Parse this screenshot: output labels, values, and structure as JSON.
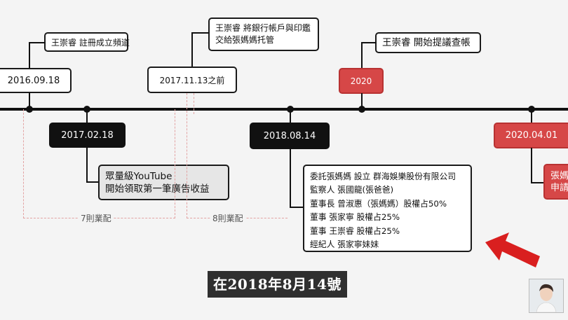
{
  "events": {
    "registered_desc": "王崇睿 註冊成立頻道",
    "date_2016": "2016.09.18",
    "bank_desc_line1": "王崇睿 將銀行帳戶與印鑑",
    "bank_desc_line2": "交給張媽媽托管",
    "date_2017_11": "2017.11.13之前",
    "audit_desc": "王崇睿 開始提議查帳",
    "date_2020": "2020",
    "date_2017_02": "2017.02.18",
    "date_2018": "2018.08.14",
    "date_2020_04": "2020.04.01",
    "youtube_desc_line1": "眾量級YouTube",
    "youtube_desc_line2": "開始領取第一筆廣告收益",
    "cut_line1": "張媽",
    "cut_line2": "申請"
  },
  "company_info": [
    "委託張媽媽 設立 群海娛樂股份有限公司",
    "監察人 張國龍(張爸爸)",
    "董事長 曾淑惠（張媽媽）股權占50%",
    "董事 張家寧 股權占25%",
    "董事 王崇睿 股權占25%",
    "經紀人 張家寧妹妹"
  ],
  "deals": {
    "seven": "7則業配",
    "eight": "8則業配"
  },
  "subtitle": "在2018年8月14號",
  "colors": {
    "accent_red": "#d64747",
    "dark_box": "#111111",
    "arrow_red": "#d91f1f"
  },
  "icons": {
    "arrow": "red-arrow-icon",
    "presenter": "avatar"
  }
}
